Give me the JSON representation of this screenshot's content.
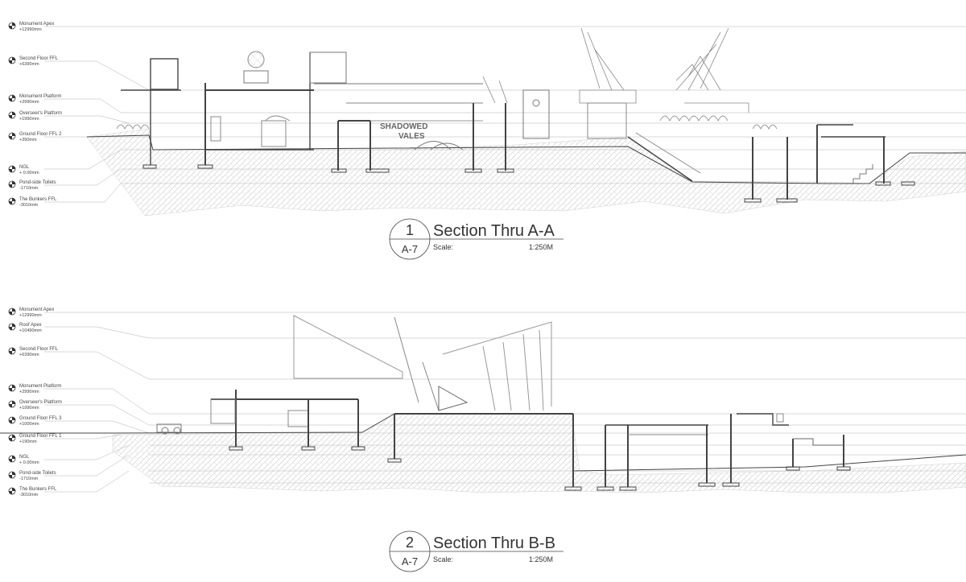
{
  "section_1": {
    "number": "1",
    "sheet": "A-7",
    "title": "Section Thru A-A",
    "scale_label": "Scale:",
    "scale_value": "1:250M",
    "sign_line_1": "SHADOWED",
    "sign_line_2": "VALES",
    "levels": [
      {
        "name": "Monument Apex",
        "value": "+12990mm"
      },
      {
        "name": "Second Floor FFL",
        "value": "+6390mm"
      },
      {
        "name": "Monument Platform",
        "value": "+2990mm"
      },
      {
        "name": "Overseer's Platform",
        "value": "+1990mm"
      },
      {
        "name": "Ground Floor FFL 2",
        "value": "+390mm"
      },
      {
        "name": "NGL",
        "value": "+ 0.00mm"
      },
      {
        "name": "Pond-side Toilets",
        "value": "-1710mm"
      },
      {
        "name": "The Bunkers FFL",
        "value": "-3010mm"
      }
    ]
  },
  "section_2": {
    "number": "2",
    "sheet": "A-7",
    "title": "Section Thru B-B",
    "scale_label": "Scale:",
    "scale_value": "1:250M",
    "levels": [
      {
        "name": "Monument Apex",
        "value": "+12990mm"
      },
      {
        "name": "Roof Apex",
        "value": "+10490mm"
      },
      {
        "name": "Second Floor FFL",
        "value": "+6390mm"
      },
      {
        "name": "Monument Platform",
        "value": "+2990mm"
      },
      {
        "name": "Overseer's Platform",
        "value": "+1990mm"
      },
      {
        "name": "Ground Floor FFL 3",
        "value": "+1000mm"
      },
      {
        "name": "Ground Floor FFL 1",
        "value": "+190mm"
      },
      {
        "name": "NGL",
        "value": "+ 0.00mm"
      },
      {
        "name": "Pond-side Toilets",
        "value": "-1710mm"
      },
      {
        "name": "The Bunkers FFL",
        "value": "-3010mm"
      }
    ]
  },
  "colors": {
    "line": "#444444",
    "thin_line": "#9a9a9a",
    "hatch": "#c4c4c4"
  }
}
